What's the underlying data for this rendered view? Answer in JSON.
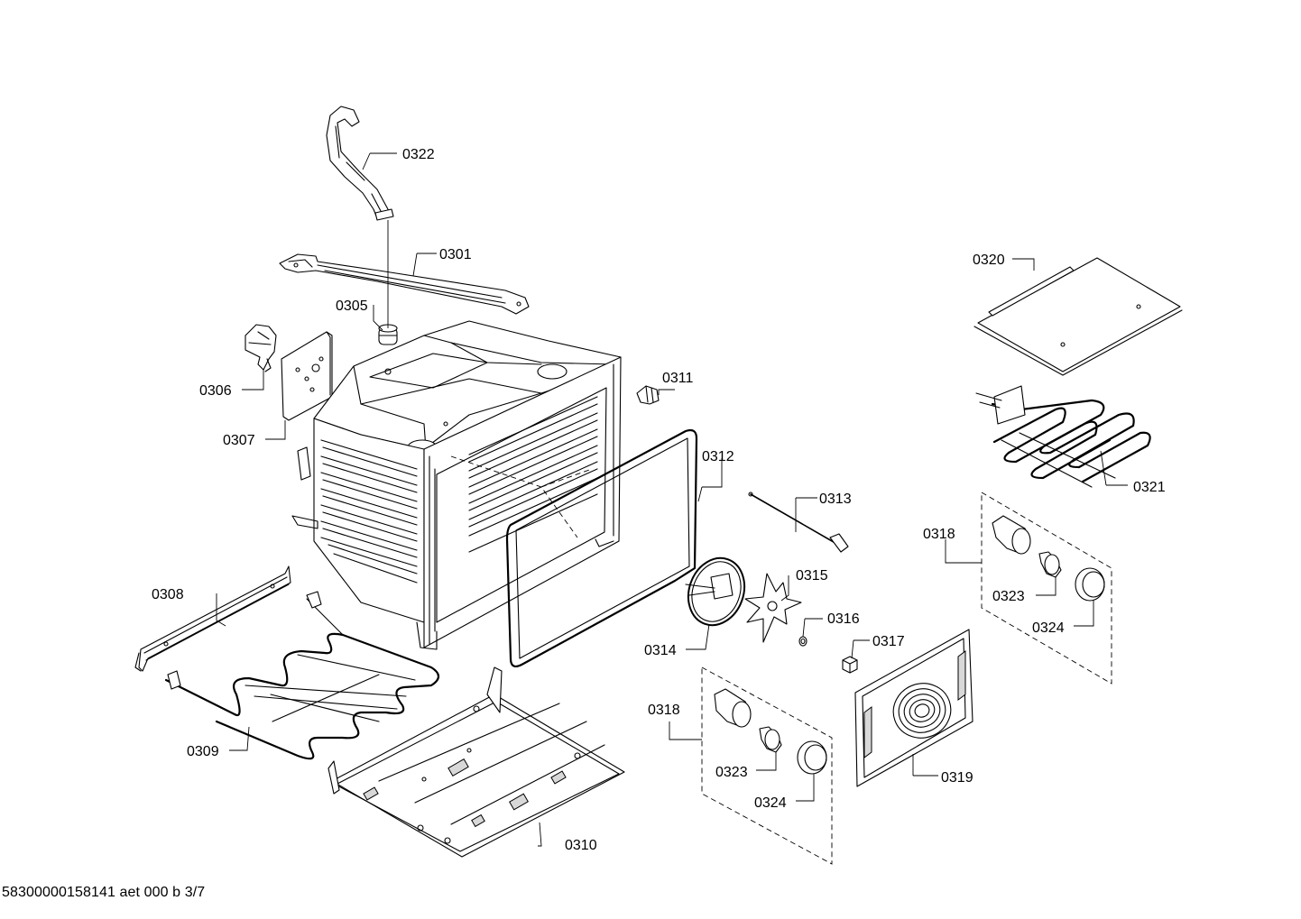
{
  "document_id": "58300000158141 aet 000 b 3/7",
  "callouts": {
    "c0301": "0301",
    "c0305": "0305",
    "c0306": "0306",
    "c0307": "0307",
    "c0308": "0308",
    "c0309": "0309",
    "c0310": "0310",
    "c0311": "0311",
    "c0312": "0312",
    "c0313": "0313",
    "c0314": "0314",
    "c0315": "0315",
    "c0316": "0316",
    "c0317": "0317",
    "c0318a": "0318",
    "c0318b": "0318",
    "c0319": "0319",
    "c0320": "0320",
    "c0321": "0321",
    "c0322": "0322",
    "c0323a": "0323",
    "c0323b": "0323",
    "c0324a": "0324",
    "c0324b": "0324"
  }
}
